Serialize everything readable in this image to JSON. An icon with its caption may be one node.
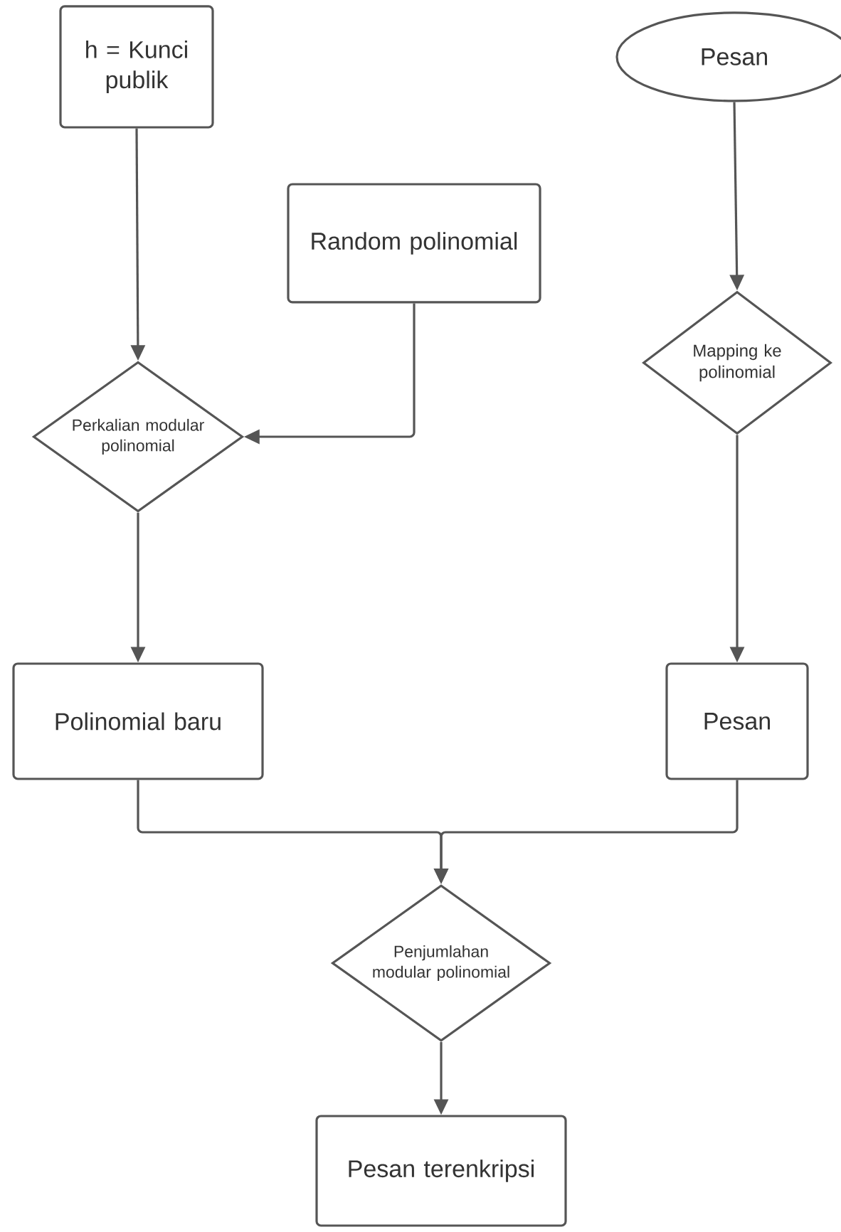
{
  "diagram": {
    "nodes": [
      {
        "text": [
          "h = Kunci publik"
        ]
      },
      {
        "text": [
          "Pesan"
        ]
      },
      {
        "text": [
          "Random polinomial"
        ]
      },
      {
        "text": [
          "Perkalian modular polinomial"
        ]
      },
      {
        "text": [
          "Mapping ke polinomial"
        ]
      },
      {
        "text": [
          "Polinomial baru"
        ]
      },
      {
        "text": [
          "Pesan"
        ]
      },
      {
        "text": [
          "Penjumlahan modular polinomial"
        ]
      },
      {
        "text": [
          "Pesan terenkripsi"
        ]
      }
    ],
    "edges": [
      {
        "from": 0,
        "to": 3,
        "arrow": "to"
      },
      {
        "from": 2,
        "to": 3,
        "arrow": "to"
      },
      {
        "from": 1,
        "to": 4,
        "arrow": "to"
      },
      {
        "from": 3,
        "to": 5,
        "arrow": "to"
      },
      {
        "from": 4,
        "to": 6,
        "arrow": "to"
      },
      {
        "from": 5,
        "to": 7,
        "arrow": "to"
      },
      {
        "from": 6,
        "to": 7,
        "arrow": "to"
      },
      {
        "from": 7,
        "to": 8,
        "arrow": "to"
      }
    ]
  }
}
